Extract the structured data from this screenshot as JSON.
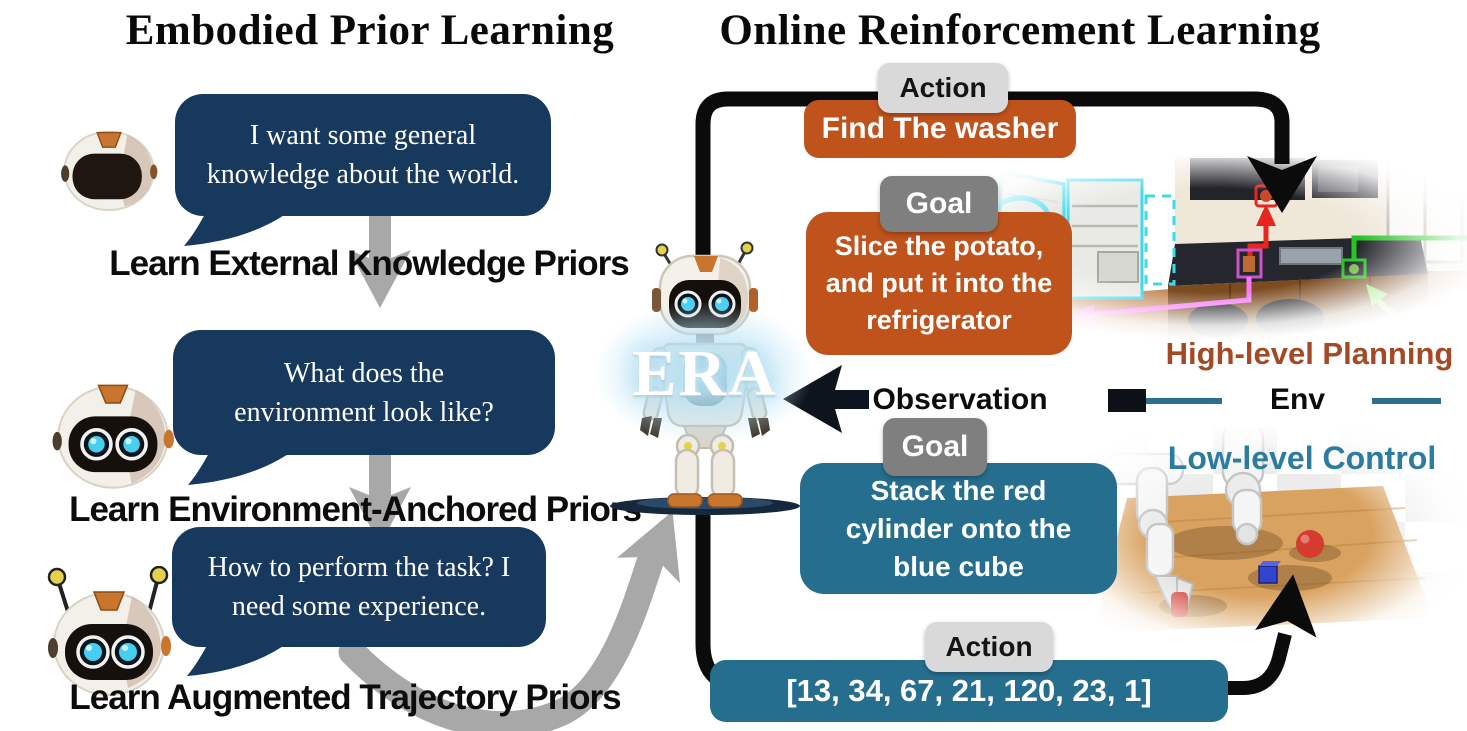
{
  "colors": {
    "navy": "#17395E",
    "orange": "#C0521C",
    "teal": "#266E8E",
    "badge_light": "#D9D9D9",
    "badge_dark": "#7F7F7F",
    "arrow_gray": "#A8A8A8",
    "high_level": "#A34A24",
    "low_level": "#2C7BA0",
    "env_line": "#2E6F8F",
    "ink": "#0B0B0B"
  },
  "left": {
    "title": "Embodied Prior Learning",
    "bubbles": [
      {
        "lines": [
          "I want some general",
          "knowledge about the world."
        ]
      },
      {
        "lines": [
          "What does the",
          "environment look like?"
        ]
      },
      {
        "lines": [
          "How to perform the task? I",
          "need some experience."
        ]
      }
    ],
    "labels": [
      "Learn External Knowledge Priors",
      "Learn Environment-Anchored Priors",
      "Learn Augmented Trajectory Priors"
    ]
  },
  "center": {
    "agent_name": "ERA"
  },
  "right": {
    "title": "Online Reinforcement Learning",
    "top": {
      "action_badge": "Action",
      "action_text": "Find The washer",
      "goal_badge": "Goal",
      "goal_lines": [
        "Slice the potato,",
        "and put it into the",
        "refrigerator"
      ]
    },
    "middle": {
      "observation_label": "Observation",
      "env_label": "Env",
      "high_level_label": "High-level Planning",
      "low_level_label": "Low-level Control"
    },
    "bottom": {
      "goal_badge": "Goal",
      "goal_lines": [
        "Stack the red",
        "cylinder onto the",
        "blue cube"
      ],
      "action_badge": "Action",
      "action_text": "[13, 34, 67, 21, 120, 23, 1]"
    }
  }
}
